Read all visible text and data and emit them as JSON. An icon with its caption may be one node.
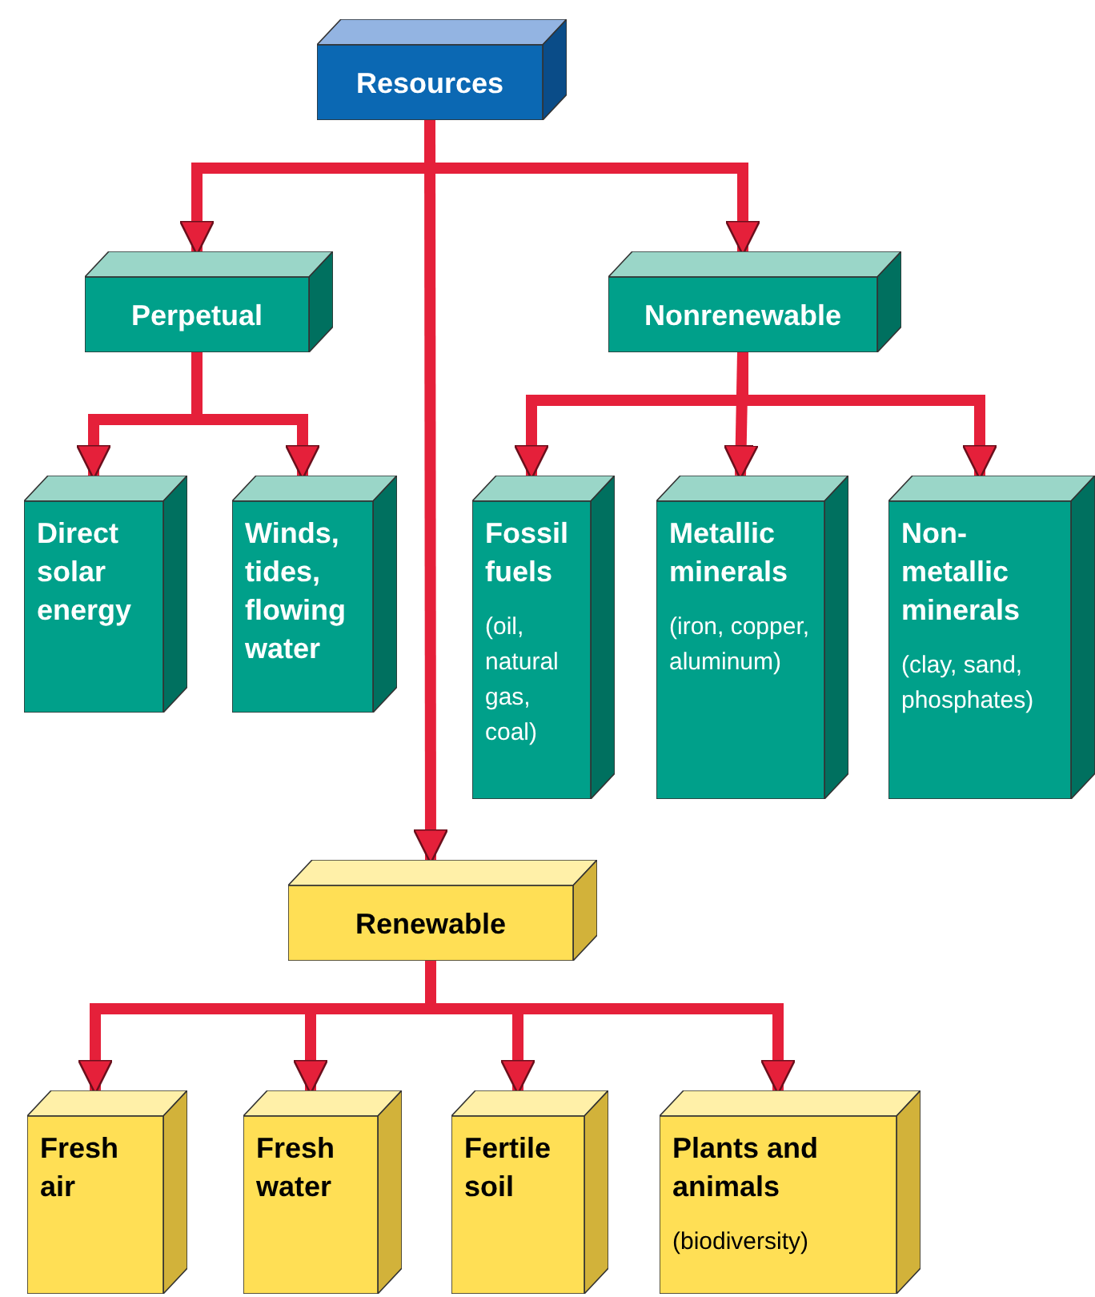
{
  "diagram": {
    "nodes": [
      {
        "text": [
          "Resources"
        ]
      },
      {
        "text": [
          "Perpetual"
        ]
      },
      {
        "text": [
          "Nonrenewable"
        ]
      },
      {
        "text": [
          "Direct solar energy"
        ]
      },
      {
        "text": [
          "Winds, tides, flowing water"
        ]
      },
      {
        "text": [
          "Fossil fuels",
          "(oil, natural gas, coal)"
        ]
      },
      {
        "text": [
          "Metallic minerals",
          "(iron, copper, aluminum)"
        ]
      },
      {
        "text": [
          "Non-metallic minerals",
          "(clay, sand, phosphates)"
        ]
      },
      {
        "text": [
          "Renewable"
        ]
      },
      {
        "text": [
          "Fresh air"
        ]
      },
      {
        "text": [
          "Fresh water"
        ]
      },
      {
        "text": [
          "Fertile soil"
        ]
      },
      {
        "text": [
          "Plants and animals",
          "(biodiversity)"
        ]
      }
    ],
    "edges": [
      {
        "from": 0,
        "to": 1,
        "arrow": "to"
      },
      {
        "from": 0,
        "to": 2,
        "arrow": "to"
      },
      {
        "from": 0,
        "to": 8,
        "arrow": "to"
      },
      {
        "from": 1,
        "to": 3,
        "arrow": "to"
      },
      {
        "from": 1,
        "to": 4,
        "arrow": "to"
      },
      {
        "from": 2,
        "to": 5,
        "arrow": "to"
      },
      {
        "from": 2,
        "to": 6,
        "arrow": "to"
      },
      {
        "from": 2,
        "to": 7,
        "arrow": "to"
      },
      {
        "from": 8,
        "to": 9,
        "arrow": "to"
      },
      {
        "from": 8,
        "to": 10,
        "arrow": "to"
      },
      {
        "from": 8,
        "to": 11,
        "arrow": "to"
      },
      {
        "from": 8,
        "to": 12,
        "arrow": "to"
      }
    ]
  }
}
